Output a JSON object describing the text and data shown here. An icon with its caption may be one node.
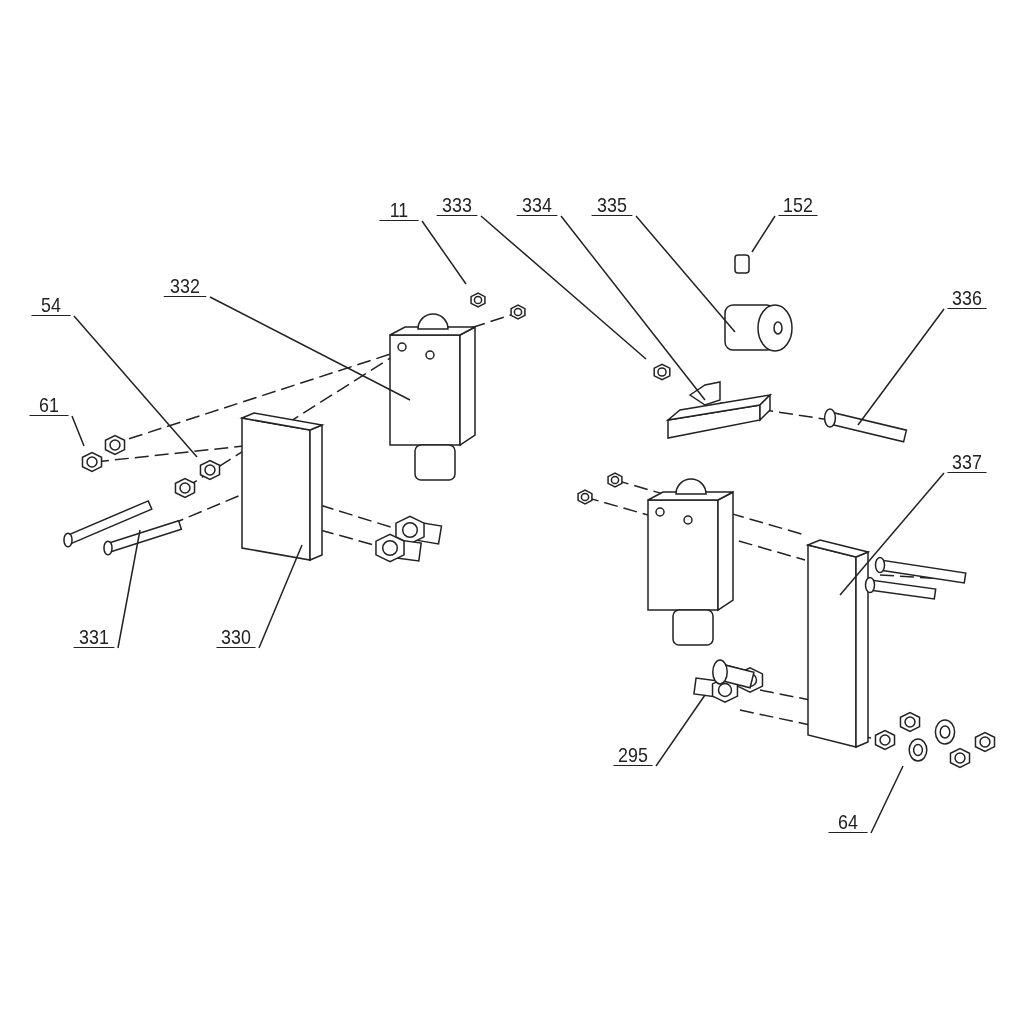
{
  "diagram": {
    "nodes": [
      {
        "text": [
          "11"
        ]
      },
      {
        "text": [
          "333"
        ]
      },
      {
        "text": [
          "334"
        ]
      },
      {
        "text": [
          "335"
        ]
      },
      {
        "text": [
          "152"
        ]
      },
      {
        "text": [
          "332"
        ]
      },
      {
        "text": [
          "54"
        ]
      },
      {
        "text": [
          "336"
        ]
      },
      {
        "text": [
          "61"
        ]
      },
      {
        "text": [
          "337"
        ]
      },
      {
        "text": [
          "331"
        ]
      },
      {
        "text": [
          "330"
        ]
      },
      {
        "text": [
          "295"
        ]
      },
      {
        "text": [
          "64"
        ]
      }
    ],
    "edges": [
      {
        "from": 0,
        "to": null,
        "arrow": "none"
      },
      {
        "from": 1,
        "to": null,
        "arrow": "none"
      },
      {
        "from": 2,
        "to": null,
        "arrow": "none"
      },
      {
        "from": 3,
        "to": null,
        "arrow": "none"
      },
      {
        "from": 4,
        "to": null,
        "arrow": "none"
      },
      {
        "from": 5,
        "to": null,
        "arrow": "none"
      },
      {
        "from": 6,
        "to": null,
        "arrow": "none"
      },
      {
        "from": 7,
        "to": null,
        "arrow": "none"
      },
      {
        "from": 8,
        "to": null,
        "arrow": "none"
      },
      {
        "from": 9,
        "to": null,
        "arrow": "none"
      },
      {
        "from": 10,
        "to": null,
        "arrow": "none"
      },
      {
        "from": 11,
        "to": null,
        "arrow": "none"
      },
      {
        "from": 12,
        "to": null,
        "arrow": "none"
      },
      {
        "from": 13,
        "to": null,
        "arrow": "none"
      }
    ]
  }
}
